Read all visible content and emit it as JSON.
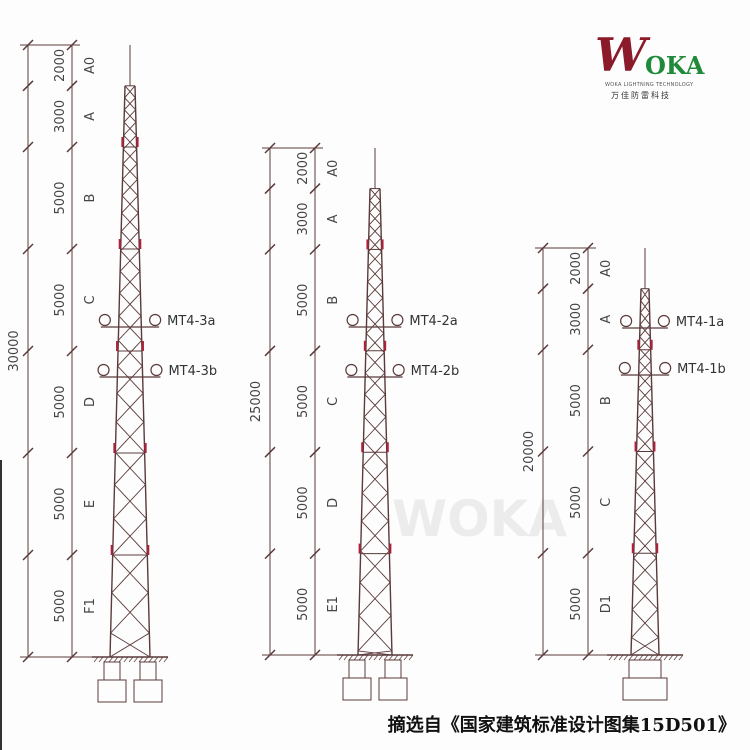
{
  "logo": {
    "brand_mark": "W",
    "brand_text": "OKA",
    "subtitle": "WOKA LIGHTNING TECHNOLOGY",
    "chinese_name": "万佳防雷科技"
  },
  "watermark": "WOKA",
  "caption": "摘选自《国家建筑标准设计图集15D501》",
  "towers": [
    {
      "total": "30000",
      "segments": [
        {
          "value": "2000",
          "label": "A0"
        },
        {
          "value": "3000",
          "label": "A"
        },
        {
          "value": "5000",
          "label": "B"
        },
        {
          "value": "5000",
          "label": "C"
        },
        {
          "value": "5000",
          "label": "D"
        },
        {
          "value": "5000",
          "label": "E"
        },
        {
          "value": "5000",
          "label": "F1"
        }
      ],
      "platforms": [
        "MT4-3a",
        "MT4-3b"
      ]
    },
    {
      "total": "25000",
      "segments": [
        {
          "value": "2000",
          "label": "A0"
        },
        {
          "value": "3000",
          "label": "A"
        },
        {
          "value": "5000",
          "label": "B"
        },
        {
          "value": "5000",
          "label": "C"
        },
        {
          "value": "5000",
          "label": "D"
        },
        {
          "value": "5000",
          "label": "E1"
        }
      ],
      "platforms": [
        "MT4-2a",
        "MT4-2b"
      ]
    },
    {
      "total": "20000",
      "segments": [
        {
          "value": "2000",
          "label": "A0"
        },
        {
          "value": "3000",
          "label": "A"
        },
        {
          "value": "5000",
          "label": "B"
        },
        {
          "value": "5000",
          "label": "C"
        },
        {
          "value": "5000",
          "label": "D1"
        }
      ],
      "platforms": [
        "MT4-1a",
        "MT4-1b"
      ]
    }
  ],
  "colors": {
    "line": "#5a3a3a",
    "joint": "#b0203a",
    "logo_red": "#8b1a2b",
    "logo_green": "#1f8a3a"
  }
}
